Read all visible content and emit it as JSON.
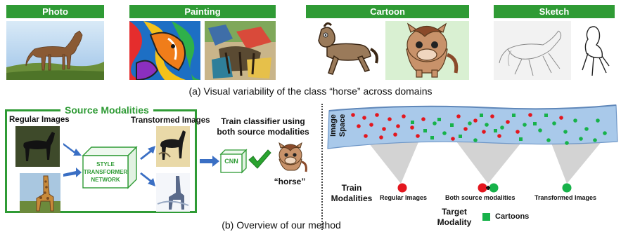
{
  "domains": [
    {
      "label": "Photo"
    },
    {
      "label": "Painting"
    },
    {
      "label": "Cartoon"
    },
    {
      "label": "Sketch"
    }
  ],
  "caption_a": "(a) Visual variability of the class “horse” across domains",
  "caption_b": "(b) Overview of our method",
  "source": {
    "title": "Source Modalities",
    "regular": "Regular Images",
    "transformed": "Transtormed Images",
    "style_net": [
      "STYLE",
      "TRANSFORMER",
      "NETWORK"
    ]
  },
  "classifier": {
    "train_text_1": "Train classifier using",
    "train_text_2": "both source modalities",
    "cnn": "CNN",
    "prediction": "“horse”"
  },
  "space": {
    "label_1": "Image",
    "label_2": "Space",
    "train_1": "Train",
    "train_2": "Modalities",
    "regular": "Regular Images",
    "both": "Both source modalities",
    "transformed": "Transformed Images",
    "target_1": "Target",
    "target_2": "Modality",
    "cartoons": "Cartoons"
  },
  "colors": {
    "green": "#2f9b35",
    "red": "#e3161e",
    "point_green": "#17b24a",
    "band": "#a9c9ea"
  }
}
